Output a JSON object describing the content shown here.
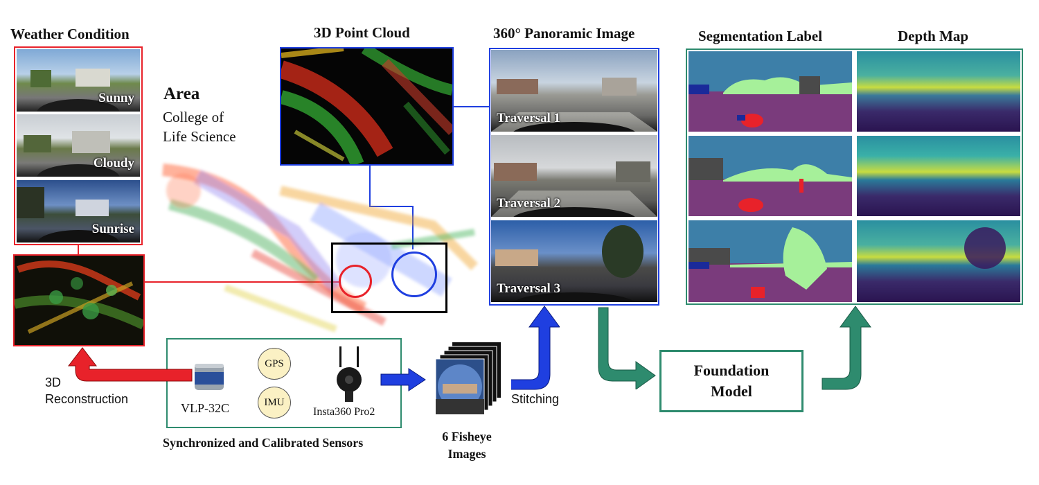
{
  "weather": {
    "title": "Weather Condition",
    "items": [
      "Sunny",
      "Cloudy",
      "Sunrise"
    ]
  },
  "point_cloud": {
    "title": "3D Point Cloud"
  },
  "area": {
    "heading": "Area",
    "line1": "College of",
    "line2": "Life Science"
  },
  "panoramic": {
    "title": "360° Panoramic Image",
    "traversals": [
      "Traversal 1",
      "Traversal 2",
      "Traversal 3"
    ]
  },
  "segmentation": {
    "title": "Segmentation Label"
  },
  "depth": {
    "title": "Depth Map"
  },
  "sensors": {
    "caption": "Synchronized and Calibrated Sensors",
    "lidar": "VLP-32C",
    "gps": "GPS",
    "imu": "IMU",
    "camera": "Insta360 Pro2"
  },
  "reconstruction": {
    "line1": "3D",
    "line2": "Reconstruction"
  },
  "fisheye": {
    "line1": "6 Fisheye",
    "line2": "Images"
  },
  "stitching": "Stitching",
  "foundation": {
    "line1": "Foundation",
    "line2": "Model"
  },
  "colors": {
    "red": "#e8222a",
    "blue": "#1f3fe0",
    "green": "#2e8b6e",
    "seg_sky": "#3d7fa8",
    "seg_road": "#7a3b7c",
    "seg_veg": "#a6f09a",
    "depth_dark": "#3a1a5e",
    "depth_bright": "#cfe040"
  }
}
